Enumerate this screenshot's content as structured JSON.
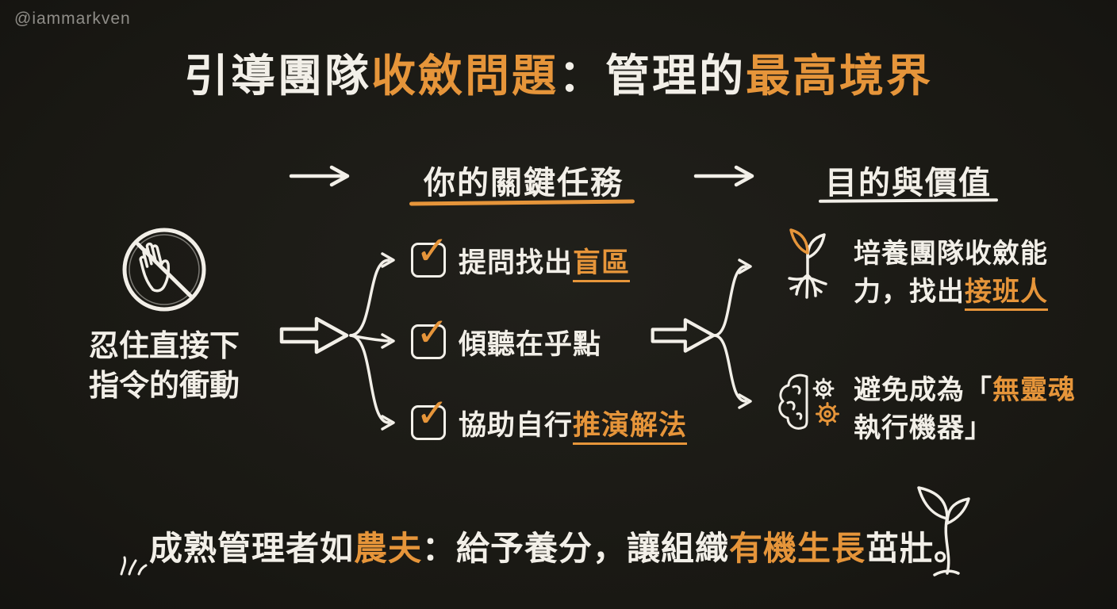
{
  "watermark": "@iammarkven",
  "title": {
    "seg1": "引導團隊",
    "seg2": "收斂問題",
    "seg3": "：管理的",
    "seg4": "最高境界"
  },
  "flow": {
    "tasks_header": "你的關鍵任務",
    "purpose_header": "目的與價值"
  },
  "trigger": {
    "line1": "忍住直接下",
    "line2": "指令的衝動"
  },
  "tasks": [
    {
      "pre": "提問找出",
      "highlight": "盲區"
    },
    {
      "pre": "傾聽在乎點"
    },
    {
      "pre": "協助自行",
      "highlight": "推演解法"
    }
  ],
  "check_glyph": "✓",
  "outcomes": {
    "grow": {
      "line1": "培養團隊收斂能",
      "line2_pre": "力，找出",
      "line2_highlight": "接班人"
    },
    "avoid": {
      "line1_pre": "避免成為「",
      "line1_highlight": "無靈魂",
      "line2": "執行機器」"
    }
  },
  "footer": {
    "seg1": "成熟管理者如",
    "seg2": "農夫",
    "seg3": "：給予養分，讓組織",
    "seg4": "有機生長",
    "seg5": "茁壯。"
  },
  "icons": {
    "trigger": "stop-hand-icon",
    "flow": "arrow-right-icon",
    "merge": "block-arrow-icon",
    "branch": "branch-connector",
    "grow": "sprout-roots-icon",
    "avoid": "brain-gears-icon",
    "footer": "sprout-icon",
    "ground": "grass-icon",
    "check": "checkbox-check-icon"
  },
  "colors": {
    "background": "#1c1b17",
    "text": "#f2efe8",
    "accent": "#e6953a",
    "muted": "#8f8d88"
  }
}
